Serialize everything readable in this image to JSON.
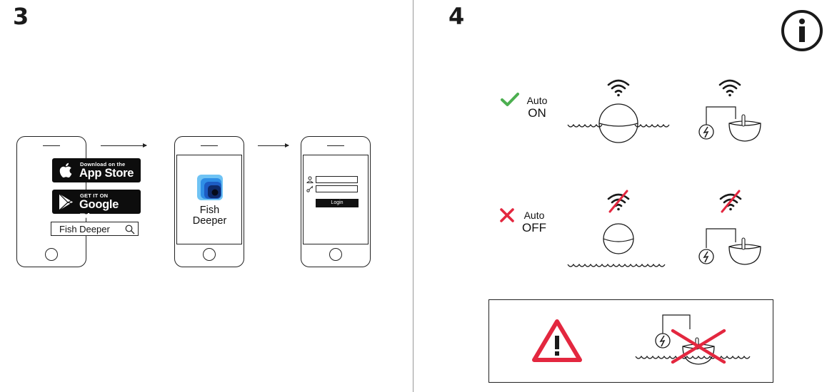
{
  "steps": {
    "left": "3",
    "right": "4"
  },
  "store_badges": {
    "app_store": {
      "small": "Download on the",
      "big": "App Store",
      "icon": "apple-icon"
    },
    "google_play": {
      "small": "GET IT ON",
      "big": "Google Play",
      "icon": "play-triangle-icon"
    }
  },
  "search": {
    "value": "Fish Deeper",
    "icon": "search-icon"
  },
  "app_icon": {
    "name_line1": "Fish",
    "name_line2": "Deeper"
  },
  "login": {
    "button_label": "Login",
    "user_icon": "user-icon",
    "key_icon": "key-icon"
  },
  "auto_on": {
    "label": "Auto",
    "state": "ON",
    "icon": "green-check-icon"
  },
  "auto_off": {
    "label": "Auto",
    "state": "OFF",
    "icon": "red-x-icon"
  },
  "colors": {
    "check": "#4caf50",
    "cross": "#e3273f",
    "warning": "#e3273f",
    "app_blue": "#1e88e5",
    "ink": "#1a1a1a"
  }
}
